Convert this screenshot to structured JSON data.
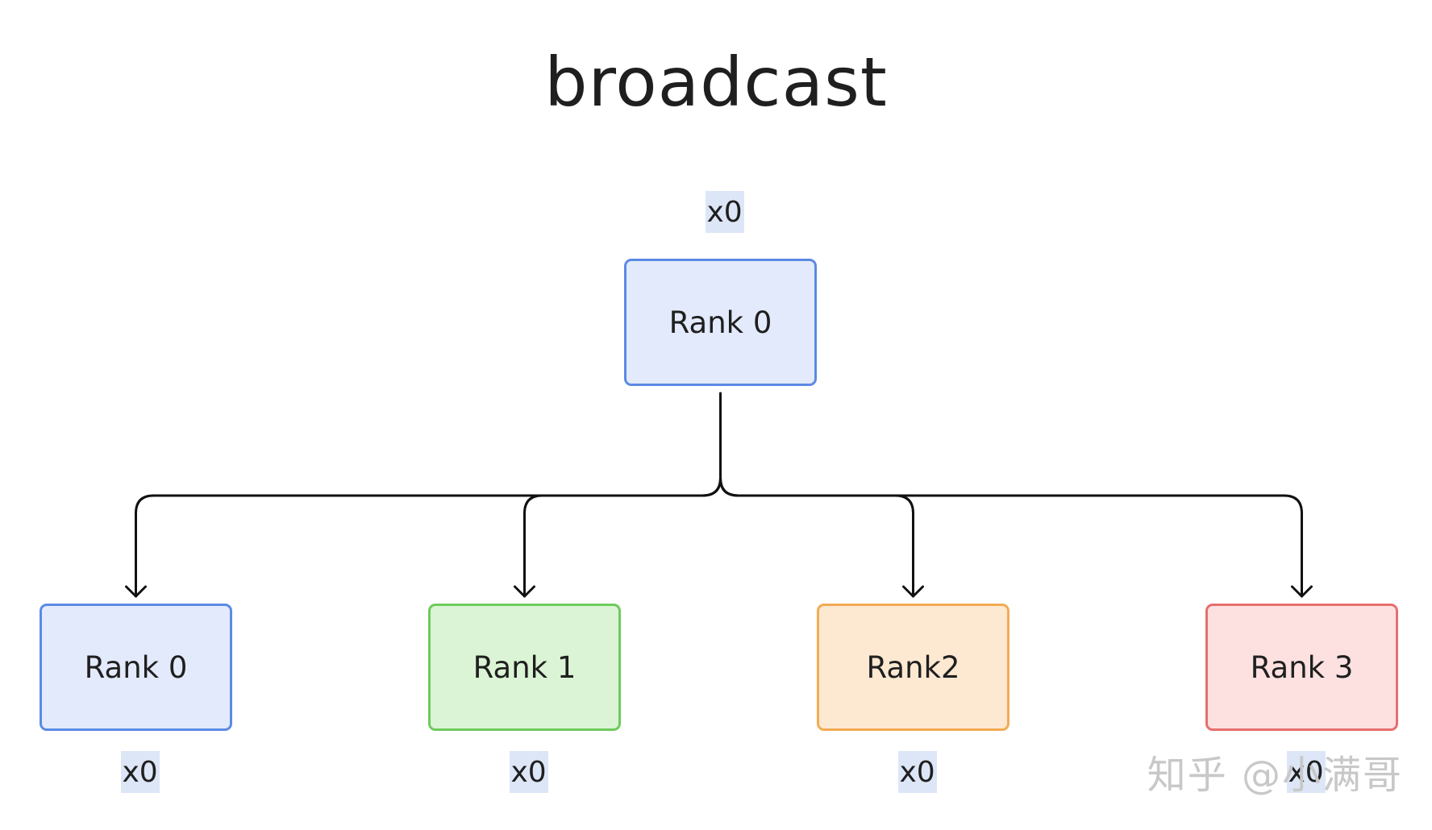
{
  "diagram": {
    "title": "broadcast",
    "source": {
      "label": "Rank 0",
      "data": "x0",
      "fill": "#e3eafb",
      "border": "#5b8ae6"
    },
    "targets": [
      {
        "label": "Rank 0",
        "data": "x0",
        "fill": "#e3eafb",
        "border": "#5b8ae6"
      },
      {
        "label": "Rank 1",
        "data": "x0",
        "fill": "#dcf4d6",
        "border": "#6ecb5c"
      },
      {
        "label": "Rank2",
        "data": "x0",
        "fill": "#fde8d2",
        "border": "#f3ab52"
      },
      {
        "label": "Rank 3",
        "data": "x0",
        "fill": "#fde1e1",
        "border": "#e76e6e"
      }
    ],
    "connector_color": "#111111",
    "data_chip_color": "#dde6f7"
  },
  "watermark": "知乎 @小满哥"
}
